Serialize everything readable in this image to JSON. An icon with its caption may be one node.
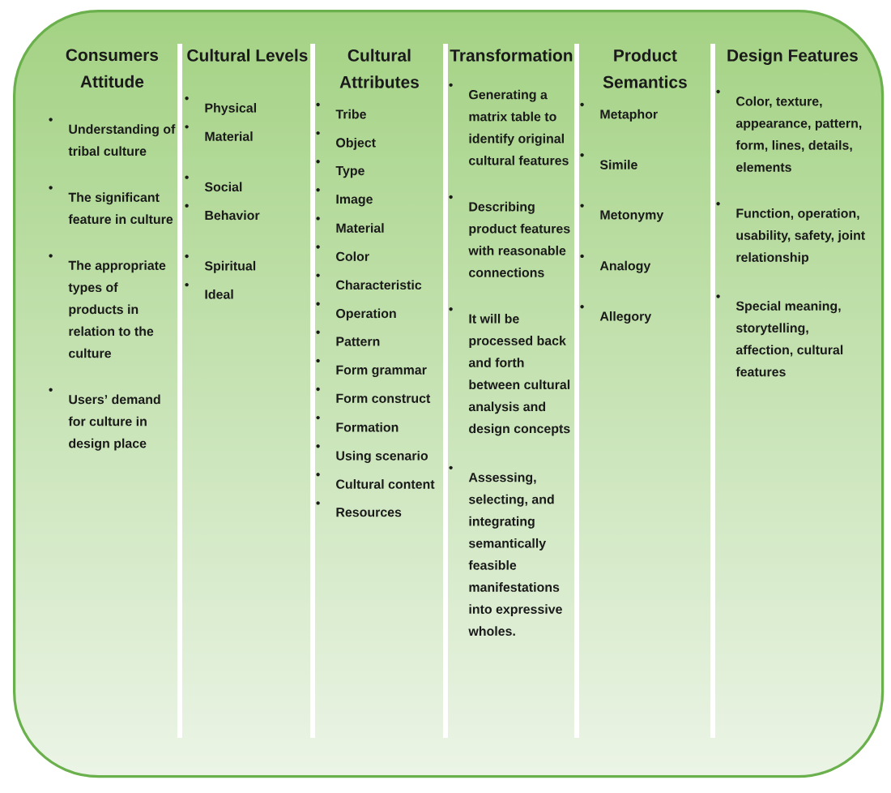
{
  "diagram": {
    "nodes": [
      {
        "text": [],
        "shape": "box"
      },
      {
        "text": [
          "Consumers Attitude",
          "Understanding of tribal culture",
          "The significant feature in culture",
          "The appropriate types of products in relation to the culture",
          "Users’ demand for culture in design place"
        ],
        "in": 0
      },
      {
        "text": [
          "Cultural Levels",
          "Physical",
          "Material",
          "Social",
          "Behavior",
          "Spiritual",
          "Ideal"
        ],
        "in": 0
      },
      {
        "text": [
          "Cultural Attributes",
          "Tribe",
          "Object",
          "Type",
          "Image",
          "Material",
          "Color",
          "Characteristic",
          "Operation",
          "Pattern",
          "Form grammar",
          "Form construct",
          "Formation",
          "Using scenario",
          "Cultural content",
          "Resources"
        ],
        "in": 0
      },
      {
        "text": [
          "Transformation",
          "Generating a matrix table to identify original cultural features",
          "Describing product features with reasonable connections",
          "It will be processed back and forth between cultural analysis and design concepts",
          "Assessing, selecting, and integrating semantically feasible manifestations into expressive wholes."
        ],
        "in": 0
      },
      {
        "text": [
          "Product Semantics",
          "Metaphor",
          "Simile",
          "Metonymy",
          "Analogy",
          "Allegory"
        ],
        "in": 0
      },
      {
        "text": [
          "Design Features",
          "Color, texture, appearance, pattern, form, lines, details, elements",
          "Function, operation, usability, safety, joint relationship",
          "Special meaning, storytelling, affection, cultural features"
        ],
        "in": 0
      }
    ]
  }
}
